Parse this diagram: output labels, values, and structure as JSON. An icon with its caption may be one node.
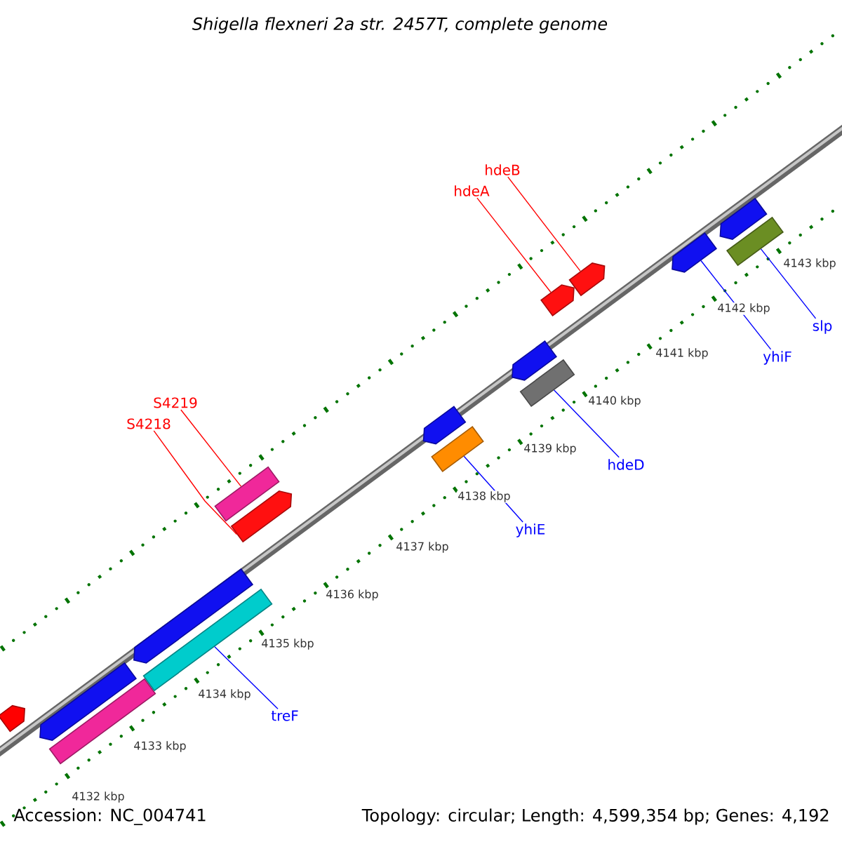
{
  "diagram": {
    "title": "Shigella flexneri 2a str. 2457T, complete genome",
    "nodes": [
      {
        "text": [
          "hdeB"
        ]
      },
      {
        "text": [
          "hdeA"
        ]
      },
      {
        "text": [
          "S4219"
        ]
      },
      {
        "text": [
          "S4218"
        ]
      },
      {
        "text": [
          "slp"
        ]
      },
      {
        "text": [
          "yhiF"
        ]
      },
      {
        "text": [
          "hdeD"
        ]
      },
      {
        "text": [
          "yhiE"
        ]
      },
      {
        "text": [
          "treF"
        ]
      },
      {
        "text": [],
        "shape": "pentagon"
      },
      {
        "text": [],
        "shape": "pentagon"
      },
      {
        "text": [],
        "shape": "bar"
      },
      {
        "text": [],
        "shape": "pentagon"
      },
      {
        "text": [],
        "shape": "bar"
      },
      {
        "text": [],
        "shape": "bar"
      },
      {
        "text": [],
        "shape": "pentagon"
      },
      {
        "text": [],
        "shape": "pentagon"
      },
      {
        "text": [],
        "shape": "bar"
      },
      {
        "text": [],
        "shape": "pentagon"
      },
      {
        "text": [],
        "shape": "bar"
      },
      {
        "text": [],
        "shape": "pentagon"
      },
      {
        "text": [],
        "shape": "pentagon"
      },
      {
        "text": [],
        "shape": "pentagon"
      },
      {
        "text": [],
        "shape": "pentagon"
      },
      {
        "text": [],
        "shape": "bar"
      }
    ],
    "edges": [
      {
        "from": 0,
        "to": 21,
        "arrow": "none",
        "color": "#ff0000"
      },
      {
        "from": 1,
        "to": 20,
        "arrow": "none",
        "color": "#ff0000"
      },
      {
        "from": 2,
        "to": 14,
        "arrow": "none",
        "color": "#ff0000"
      },
      {
        "from": 3,
        "to": 15,
        "arrow": "none",
        "color": "#ff0000"
      },
      {
        "from": 4,
        "to": 24,
        "arrow": "none"
      },
      {
        "from": 5,
        "to": 22,
        "arrow": "none"
      },
      {
        "from": 6,
        "to": 19,
        "arrow": "none"
      },
      {
        "from": 7,
        "to": 17,
        "arrow": "none"
      },
      {
        "from": 8,
        "to": 13,
        "arrow": "none"
      }
    ],
    "labels": [
      "4143 kbp",
      "4142 kbp",
      "4141 kbp",
      "4140 kbp",
      "4139 kbp",
      "4138 kbp",
      "4137 kbp",
      "4136 kbp",
      "4135 kbp",
      "4134 kbp",
      "4133 kbp",
      "4132 kbp",
      "Accession: NC_004741",
      "Topology: circular; Length: 4,599,354 bp; Genes: 4,192"
    ]
  }
}
